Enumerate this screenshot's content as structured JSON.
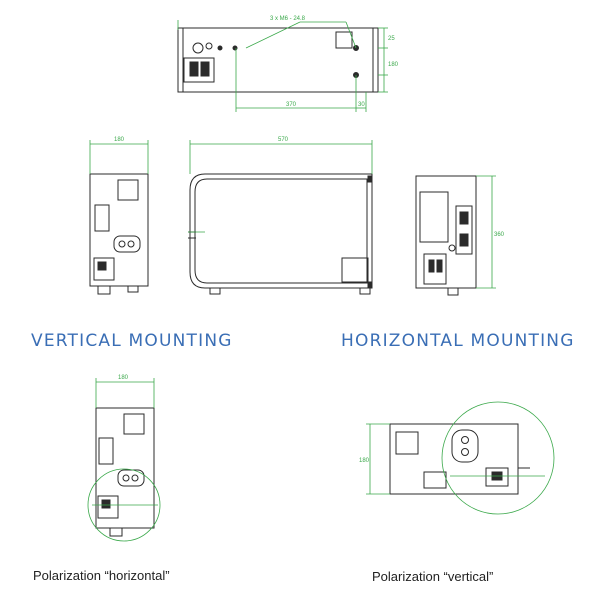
{
  "headings": {
    "vertical": "VERTICAL MOUNTING",
    "horizontal": "HORIZONTAL MOUNTING"
  },
  "captions": {
    "pol_horizontal": "Polarization “horizontal”",
    "pol_vertical": "Polarization “vertical”"
  },
  "dimensions": {
    "top_holes": "3 x M6 - 24.8",
    "top_25": "25",
    "top_180": "180",
    "top_30": "30",
    "top_370": "370",
    "side_width_180": "180",
    "front_width_570": "570",
    "end_height_360": "360",
    "pol_h_width_180": "180",
    "pol_v_height_180": "180"
  },
  "colors": {
    "line": "#2b2b2b",
    "dimension": "#3aa84a",
    "heading": "#3a6eb5"
  }
}
